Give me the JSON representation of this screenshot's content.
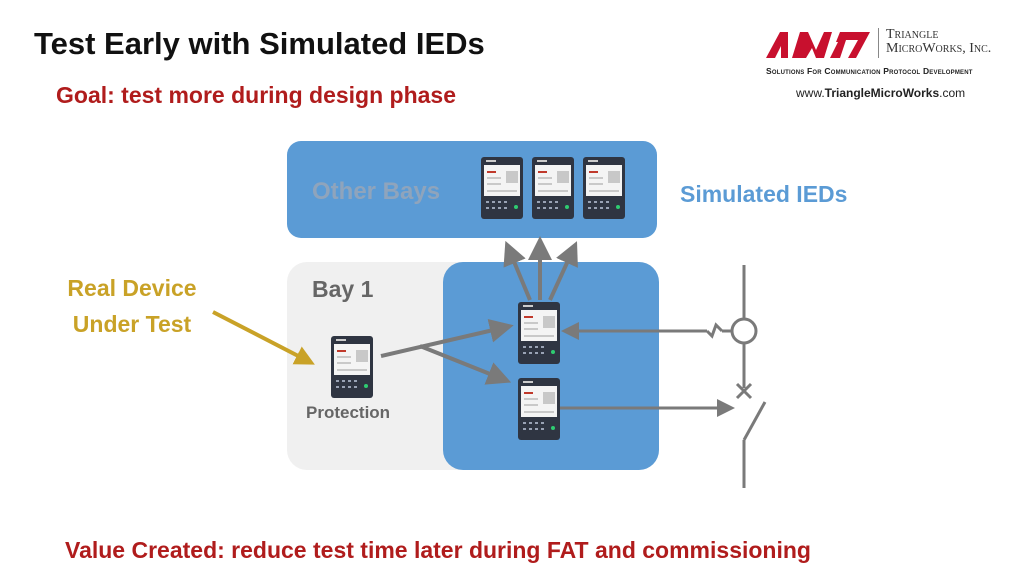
{
  "header": {
    "title": "Test Early with Simulated IEDs",
    "goal": "Goal:  test more during design phase"
  },
  "logo": {
    "company_line1": "Triangle",
    "company_line2": "MicroWorks, Inc.",
    "tagline": "Solutions For Communication Protocol Development",
    "url_prefix": "www.",
    "url_brand": "TriangleMicroWorks",
    "url_suffix": ".com",
    "brand_color": "#c8102e"
  },
  "diagram": {
    "other_bays_label": "Other Bays",
    "simulated_ieds_label": "Simulated IEDs",
    "bay_label": "Bay 1",
    "real_device_line1": "Real Device",
    "real_device_line2": "Under Test",
    "protection_label": "Protection",
    "colors": {
      "simulated_blue": "#5b9bd5",
      "bay_gray": "#f0f0f0",
      "real_device_gold": "#c9a227",
      "arrow_gray": "#7a7a7a"
    }
  },
  "footer": {
    "value_created": "Value Created:  reduce test time later during FAT and commissioning"
  }
}
